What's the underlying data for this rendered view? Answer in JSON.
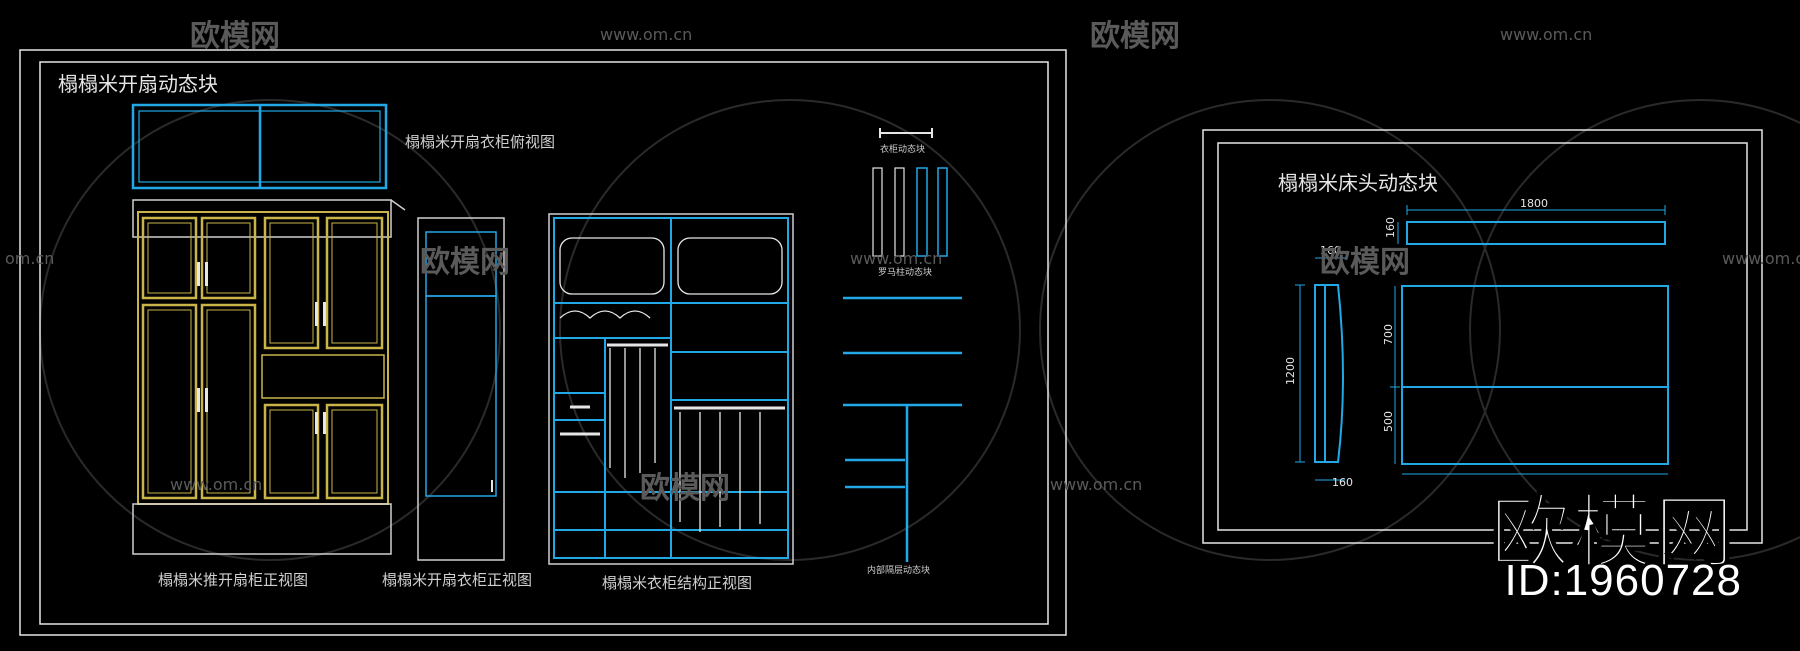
{
  "titles": {
    "main_block": "榻榻米开扇动态块",
    "top_view": "榻榻米开扇衣柜俯视图",
    "front_swing": "榻榻米推开扇柜正视图",
    "front_single": "榻榻米开扇衣柜正视图",
    "structure": "榻榻米衣柜结构正视图",
    "small_top": "衣柜动态块",
    "small_mid": "罗马柱动态块",
    "small_bottom": "内部隔层动态块",
    "bed_block": "榻榻米床头动态块"
  },
  "dimensions": {
    "w1800": "1800",
    "h160": "160",
    "w160_top": "160",
    "h1200": "1200",
    "h700": "700",
    "h500": "500",
    "w160_bottom": "160"
  },
  "watermarks": {
    "brand_cn": "欧模网",
    "url": "www.om.cn",
    "url_short": "om.cn",
    "id_label": "ID:1960728"
  },
  "colors": {
    "background": "#000000",
    "frame": "#e6e6e6",
    "cyan": "#22a8e6",
    "yellow": "#c9b44a",
    "white": "#ffffff",
    "watermark": "#5a5a5a"
  }
}
